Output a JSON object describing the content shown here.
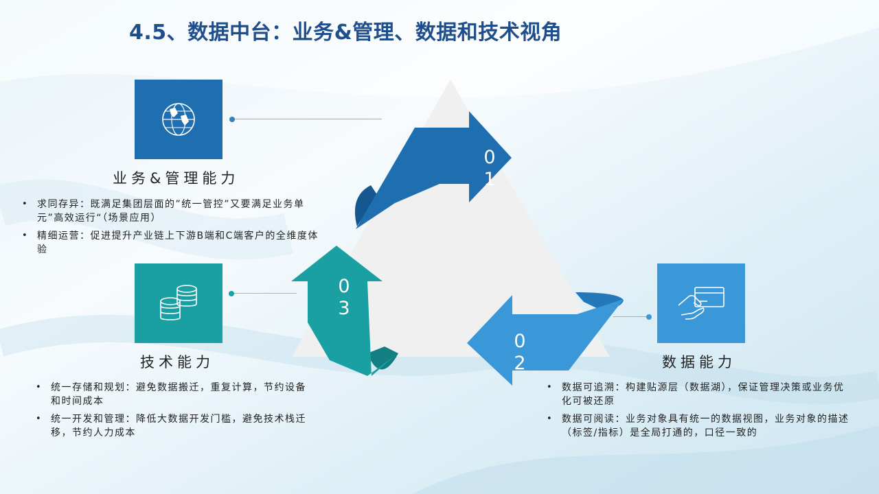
{
  "title": "4.5、数据中台：业务&管理、数据和技术视角",
  "colors": {
    "title": "#1f4e8c",
    "business": "#1f6fb0",
    "tech": "#1aa0a3",
    "data": "#3a97d8",
    "triangle": "#f0f0f0"
  },
  "arrows": {
    "a01": "0\n1",
    "a02": "0\n2",
    "a03": "0\n3"
  },
  "business": {
    "icon": "globe-icon",
    "caption": "业务&管理能力",
    "bullets": [
      "求同存异：既满足集团层面的”统一管控”又要满足业务单元”高效运行“（场景应用）",
      "精细运营：促进提升产业链上下游B端和C端客户的全维度体验"
    ]
  },
  "tech": {
    "icon": "database-icon",
    "caption": "技术能力",
    "bullets": [
      "统一存储和规划：避免数据搬迁，重复计算，节约设备和时间成本",
      "统一开发和管理：降低大数据开发门槛，避免技术栈迁移，节约人力成本"
    ]
  },
  "data_cap": {
    "icon": "card-hand-icon",
    "caption": "数据能力",
    "bullets": [
      " 数据可追溯：构建贴源层（数据湖），保证管理决策或业务优化可被还原",
      "数据可阅读：业务对象具有统一的数据视图，业务对象的描述（标签/指标）是全局打通的，口径一致的"
    ]
  }
}
